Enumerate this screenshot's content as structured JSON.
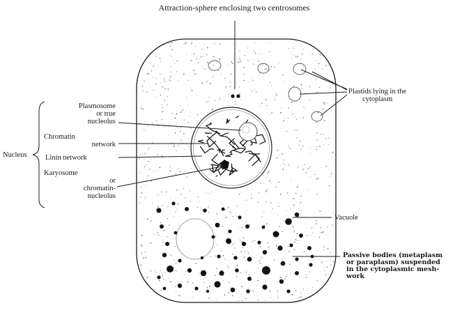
{
  "figure": {
    "labels": {
      "attraction_sphere": "Attraction-sphere enclosing two centrosomes",
      "plastids": [
        "Plastids lying in the",
        "cytoplasm"
      ],
      "plasmosome": [
        "Plasmosome",
        "or true",
        "nucleolus"
      ],
      "chromatin": [
        "Chromatin",
        "network"
      ],
      "linin": "Linin network",
      "karyosome": [
        "Karyosome",
        "or",
        "chromatin-",
        "nucleolus"
      ],
      "nucleus": "Nucleus",
      "vacuole": "Vacuole",
      "passive_bodies": [
        "Passive bodies (metaplasm",
        "or paraplasm) suspended",
        "in the cytoplasmic mesh-",
        "work"
      ]
    },
    "colors": {
      "ink": "#1a1a1a",
      "paper": "#ffffff",
      "stipple": "#8a8a8a"
    }
  }
}
